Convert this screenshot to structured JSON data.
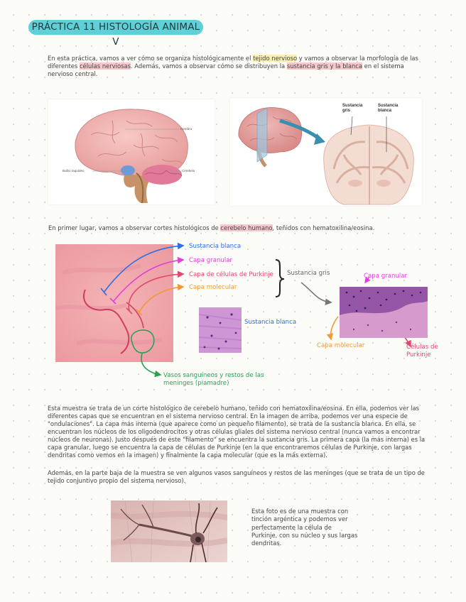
{
  "title": "PRÁCTICA 11 HISTOLOGÍA ANIMAL V",
  "intro": {
    "t1": "En esta práctica, vamos a ver cómo se organiza histológicamente el ",
    "h1": "tejido nervioso",
    "t2": " y vamos a observar la morfología de las diferentes ",
    "h2": "células nerviosas",
    "t3": ". Además, vamos a observar cómo se distribuyen la ",
    "h3": "sustancia gris y la blanca",
    "t4": " en el sistema nervioso central."
  },
  "brain_figure": {
    "cerebro": "Cerebro",
    "bulbo": "Bulbo raquídeo",
    "cerebelo": "Cerebelo"
  },
  "section_figure": {
    "gris": "Sustancia gris",
    "blanca": "Sustancia blanca"
  },
  "cerebelo_intro": {
    "t1": "En primer lugar, vamos a observar cortes histológicos de ",
    "h1": "cerebelo humano",
    "t2": ", teñidos con hematoxilina/eosina."
  },
  "labels": {
    "sustancia_blanca": "Sustancia blanca",
    "capa_granular": "Capa granular",
    "capa_purkinje": "Capa de células de Purkinje",
    "capa_molecular": "Capa molecular",
    "sustancia_gris": "Sustancia gris",
    "vasos": "Vasos sanguíneos y restos de las meninges (piamadre)",
    "sustancia_blanca_2": "Sustancia blanca",
    "capa_granular_2": "Capa granular",
    "capa_molecular_2": "Capa molecular",
    "celulas_purkinje": "Células de Purkinje"
  },
  "body_para1": "Esta muestra se trata de un corte histológico de cerebelo humano, teñido con hematoxilina/eosina. En ella, podemos ver las diferentes capas que se encuentran en el sistema nervioso central. En la imagen de arriba, podemos ver una especie de \"ondulaciones\". La capa más interna (que aparece como un pequeño filamento), se trata de la sustancia blanca. En ella, se encuentran los núcleos de los oligodendrocitos y otras células gliales del sistema nervioso central (nunca vamos a encontrar núcleos de neuronas). Justo después de este \"filamento\" se encuentra la sustancia gris. La primera capa (la más interna) es la capa granular, luego se encuentra la capa de células de Purkinje (en la que encontraremos células de Purkinje, con largas dendritas como vemos en la imagen) y finalmente la capa molecular (que es la más externa).",
  "body_para2": "Además, en la parte baja de la muestra se ven algunos vasos sanguíneos y restos de las meninges (que se trata de un tipo de tejido conjuntivo propio del sistema nervioso).",
  "purkinje_note": "Esta foto es de una muestra con tinción argéntica y podemos ver perfectamente la célula de Purkinje, con su núcleo y sus largas dendritas.",
  "colors": {
    "title_bg": "#5fd0d8",
    "blue": "#2f6fe0",
    "magenta": "#e23fd8",
    "pink": "#e04870",
    "orange": "#f09a3a",
    "green": "#2e9e56",
    "gray": "#777777"
  }
}
